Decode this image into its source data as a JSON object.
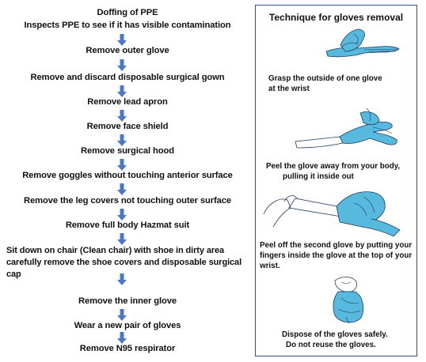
{
  "flowchart": {
    "title": "Doffing of PPE",
    "steps": [
      "Inspects PPE to see if it has visible contamination",
      "Remove outer glove",
      "Remove and discard disposable surgical gown",
      "Remove lead apron",
      "Remove face shield",
      "Remove surgical hood",
      "Remove goggles without touching anterior surface",
      "Remove the leg covers not touching outer surface",
      "Remove full body Hazmat suit",
      "Sit down on chair (Clean chair) with shoe in dirty area",
      "carefully remove the shoe covers and disposable surgical",
      "cap",
      "Remove the inner glove",
      "Wear a new pair of  gloves",
      "Remove N95 respirator"
    ]
  },
  "gloves_panel": {
    "title": "Technique for gloves removal",
    "captions": [
      [
        "Grasp the outside of one glove",
        "at the wrist"
      ],
      [
        "Peel the glove away from your body,",
        "pulling it inside out"
      ],
      [
        "Peel off the second glove by putting your",
        "fingers inside the glove at the top of your",
        "wrist."
      ],
      [
        "Dispose of the gloves safely.",
        "Do not reuse the gloves."
      ]
    ]
  },
  "colors": {
    "arrow": "#4a78c4",
    "glove": "#58b9de",
    "panel_border": "#33508a"
  }
}
